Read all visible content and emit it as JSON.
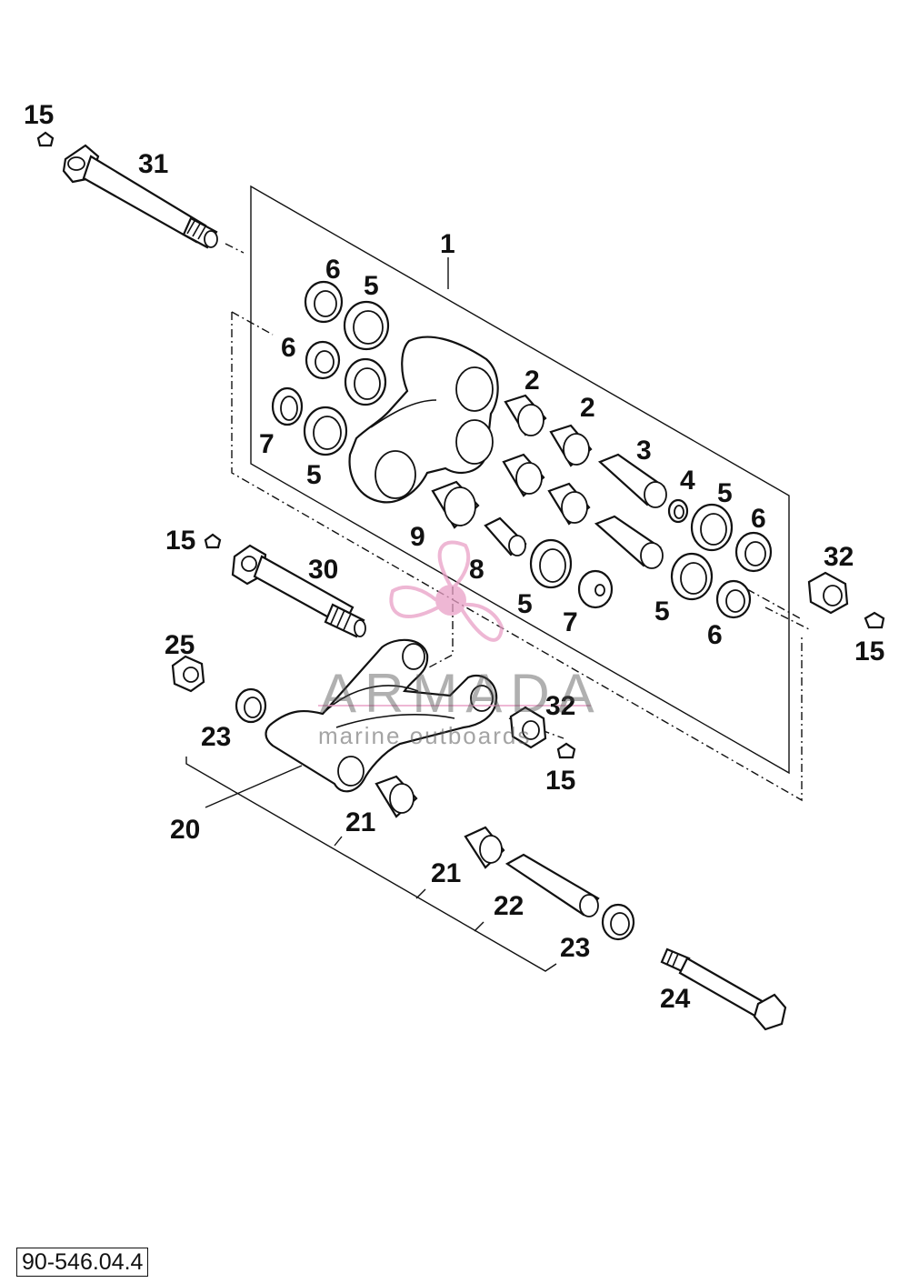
{
  "diagram": {
    "drawing_code": "90-546.04.4",
    "watermark": {
      "brand": "ARMADA",
      "tagline": "marine outboards",
      "accent_color": "#e9a0c6",
      "icon": "propeller-logo-icon"
    },
    "callouts": {
      "c15a": "15",
      "c31": "31",
      "c1": "1",
      "c6a": "6",
      "c5a": "5",
      "c6b": "6",
      "c7a": "7",
      "c5b": "5",
      "c2a": "2",
      "c2b": "2",
      "c3": "3",
      "c4": "4",
      "c5c": "5",
      "c6c": "6",
      "c32a": "32",
      "c15b": "15",
      "c9": "9",
      "c8": "8",
      "c5d": "5",
      "c7b": "7",
      "c5e": "5",
      "c6d": "6",
      "c15c": "15",
      "c30": "30",
      "c25": "25",
      "c23a": "23",
      "c32b": "32",
      "c15d": "15",
      "c20": "20",
      "c21a": "21",
      "c21b": "21",
      "c22": "22",
      "c23b": "23",
      "c24": "24"
    }
  }
}
